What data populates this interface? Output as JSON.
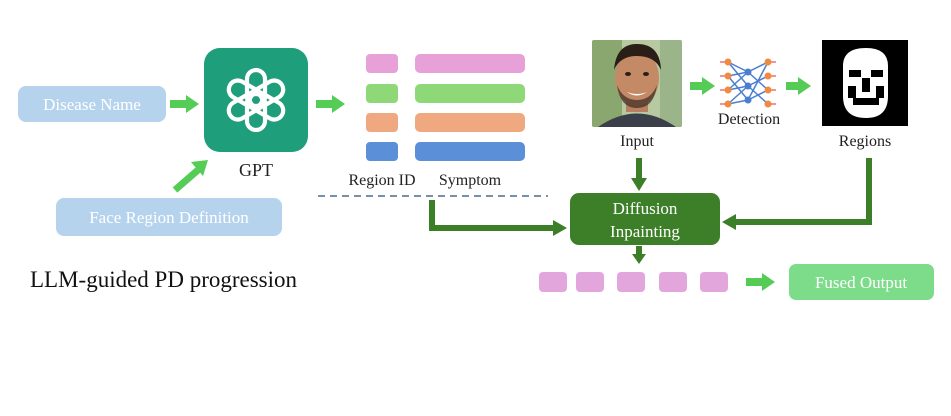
{
  "inputs": {
    "disease_name": "Disease Name",
    "face_region_definition": "Face Region Definition"
  },
  "gpt": {
    "label": "GPT",
    "icon": "openai-logo-icon"
  },
  "table": {
    "region_id_label": "Region ID",
    "symptom_label": "Symptom",
    "row_colors": [
      "#e8a0d8",
      "#8fd878",
      "#f0a880",
      "#5b8fd8"
    ]
  },
  "pipeline": {
    "input_label": "Input",
    "detection_label": "Detection",
    "regions_label": "Regions",
    "diffusion_label_line1": "Diffusion",
    "diffusion_label_line2": "Inpainting",
    "fused_output_label": "Fused Output"
  },
  "caption": "LLM-guided PD progression",
  "colors": {
    "blue_box": "#b6d3ee",
    "blue_text": "#ffffff",
    "gpt_green": "#1e9e7a",
    "arrow_green": "#55cc55",
    "dark_green": "#3d7f28",
    "light_green_box": "#7ddc8a",
    "pink": "#e3a6dc",
    "dashed": "#4a6a8a"
  }
}
